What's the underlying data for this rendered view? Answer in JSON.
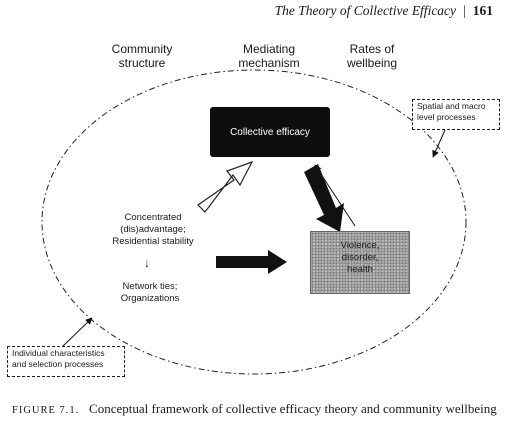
{
  "running_head": {
    "title": "The Theory of Collective Efficacy",
    "separator": "|",
    "page_number": "161"
  },
  "columns": [
    {
      "lines": [
        "Community",
        "structure"
      ]
    },
    {
      "lines": [
        "Mediating",
        "mechanism"
      ]
    },
    {
      "lines": [
        "Rates of",
        "wellbeing"
      ]
    }
  ],
  "diagram": {
    "collective_efficacy": "Collective efficacy",
    "structure_lines": [
      "Concentrated",
      "(dis)advantage;",
      "Residential stability"
    ],
    "down_arrow": "↓",
    "network_lines": [
      "Network ties;",
      "Organizations"
    ],
    "outcome_lines": [
      "Violence,",
      "disorder,",
      "health"
    ],
    "macro_box_lines": [
      "Spatial and macro",
      "level processes"
    ],
    "individual_box_lines": [
      "Individual characteristics",
      "and selection processes"
    ]
  },
  "caption": {
    "label": "FIGURE 7.1.",
    "text": "Conceptual framework of collective efficacy theory and community wellbeing"
  }
}
